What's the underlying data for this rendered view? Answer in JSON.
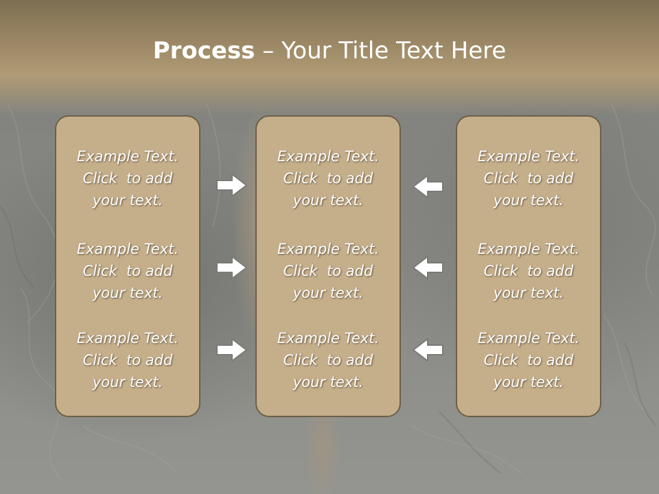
{
  "slide": {
    "title_bold": "Process",
    "title_rest": " – Your Title Text Here"
  },
  "columns": [
    {
      "items": [
        {
          "line1": "Example Text.",
          "line2": "Click  to add",
          "line3": "your text."
        },
        {
          "line1": "Example Text.",
          "line2": "Click  to add",
          "line3": "your text."
        },
        {
          "line1": "Example Text.",
          "line2": "Click  to add",
          "line3": "your text."
        }
      ]
    },
    {
      "items": [
        {
          "line1": "Example Text.",
          "line2": "Click  to add",
          "line3": "your text."
        },
        {
          "line1": "Example Text.",
          "line2": "Click  to add",
          "line3": "your text."
        },
        {
          "line1": "Example Text.",
          "line2": "Click  to add",
          "line3": "your text."
        }
      ]
    },
    {
      "items": [
        {
          "line1": "Example Text.",
          "line2": "Click  to add",
          "line3": "your text."
        },
        {
          "line1": "Example Text.",
          "line2": "Click  to add",
          "line3": "your text."
        },
        {
          "line1": "Example Text.",
          "line2": "Click  to add",
          "line3": "your text."
        }
      ]
    }
  ],
  "icons": {
    "left_arrows": "arrow-right-icon",
    "right_arrows": "arrow-left-icon"
  },
  "colors": {
    "title_band": "#9a8664",
    "panel_fill": "#c5ae8a",
    "panel_border": "#6d5f46",
    "text": "#ffffff",
    "arrow_fill": "#ffffff",
    "arrow_stroke": "#7a7a76"
  }
}
